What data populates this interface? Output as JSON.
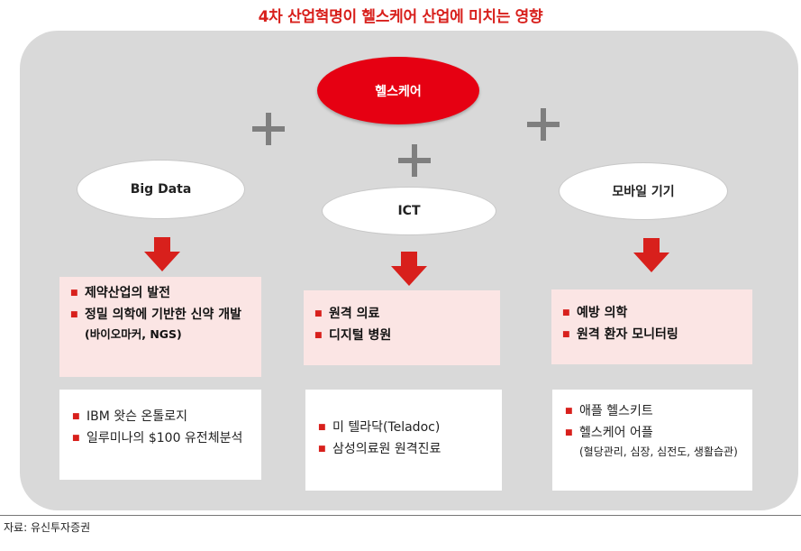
{
  "title": "4차 산업혁명이 헬스케어 산업에 미치는 영향",
  "center": {
    "label": "헬스케어"
  },
  "pillars": [
    {
      "label": "Big Data",
      "primary": {
        "items": [
          "제약산업의 발전",
          "정밀 의학에 기반한 신약 개발"
        ],
        "note": "(바이오마커, NGS)"
      },
      "examples": {
        "items": [
          "IBM 왓슨 온톨로지",
          "일루미나의 $100 유전체분석"
        ]
      }
    },
    {
      "label": "ICT",
      "primary": {
        "items": [
          "원격 의료",
          "디지털 병원"
        ]
      },
      "examples": {
        "items": [
          "미 텔라닥(Teladoc)",
          "삼성의료원 원격진료"
        ]
      }
    },
    {
      "label": "모바일 기기",
      "primary": {
        "items": [
          "예방 의학",
          "원격 환자 모니터링"
        ]
      },
      "examples": {
        "items": [
          "애플 헬스키트",
          "헬스케어 어플"
        ],
        "note": "(혈당관리, 심장, 심전도, 생활습관)"
      }
    }
  ],
  "source": "자료: 유신투자증권",
  "colors": {
    "accent": "#d8201c",
    "center": "#e60012",
    "panel": "#d9d9d9",
    "pink_box": "#fbe5e4",
    "plus": "#7f7f7f"
  },
  "icons": {
    "plus": "plus-icon",
    "arrow": "arrow-down-icon",
    "bullet": "square-bullet"
  }
}
